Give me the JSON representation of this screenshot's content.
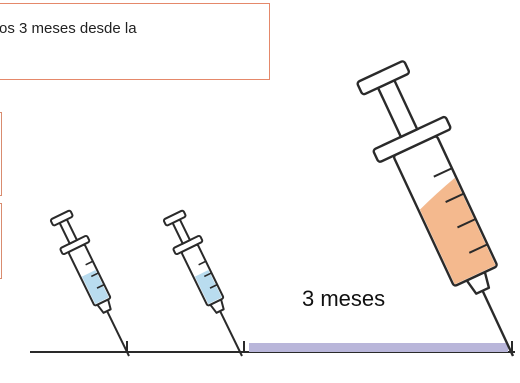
{
  "note_box": {
    "text": "os 3 meses desde la"
  },
  "timeline": {
    "interval_label": "3 meses"
  },
  "syringes": [
    {
      "name": "first-dose-syringe",
      "fill_color": "#b9dcef",
      "fill_level": 0.5
    },
    {
      "name": "second-dose-syringe",
      "fill_color": "#b9dcef",
      "fill_level": 0.5
    },
    {
      "name": "booster-syringe",
      "fill_color": "#f4b98e",
      "fill_level": 0.55
    }
  ],
  "colors": {
    "box_border": "#e5886a",
    "timeline_bar": "#b9b6da",
    "outline": "#2a2a2a"
  }
}
